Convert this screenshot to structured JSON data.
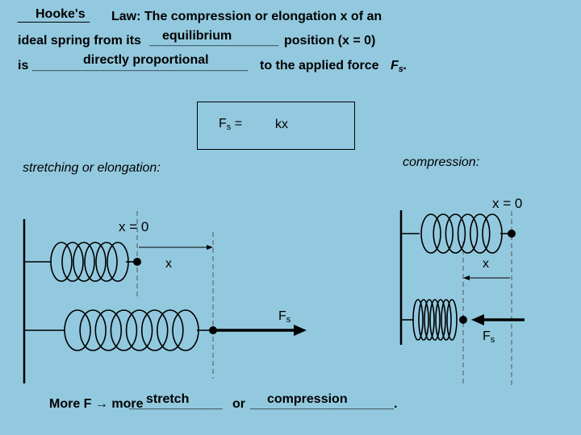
{
  "header": {
    "line1": {
      "blank": "Hooke's",
      "pre_blank": "__________",
      "text": "Law:  The compression or elongation x of an"
    },
    "line2": {
      "pre": "ideal spring from its",
      "blank": "equilibrium",
      "blank_line": "__________________",
      "post": "position (x = 0)"
    },
    "line3": {
      "pre": "is",
      "blank": "directly proportional",
      "blank_line": "______________________________",
      "post": "to the applied  force",
      "force_symbol": "F",
      "force_sub": "s",
      "end": "."
    }
  },
  "formula": {
    "lhs": "F",
    "lhs_sub": "s",
    "eq": "=",
    "rhs": "kx"
  },
  "labels": {
    "stretching": "stretching or elongation:",
    "compression": "compression:",
    "x0_left": "x = 0",
    "x0_right": "x = 0",
    "x_left": "x",
    "x_right": "x",
    "fs_left": "F",
    "fs_left_sub": "s",
    "fs_right": "F",
    "fs_right_sub": "s"
  },
  "footer": {
    "pre": "More F",
    "arrow": "→",
    "more": "more",
    "blank1": "stretch",
    "blank1_line": "_____________",
    "or": "or",
    "blank2": "compression",
    "blank2_line": "____________________",
    "end": "."
  },
  "colors": {
    "background": "#93c9df",
    "ink": "#000000"
  }
}
